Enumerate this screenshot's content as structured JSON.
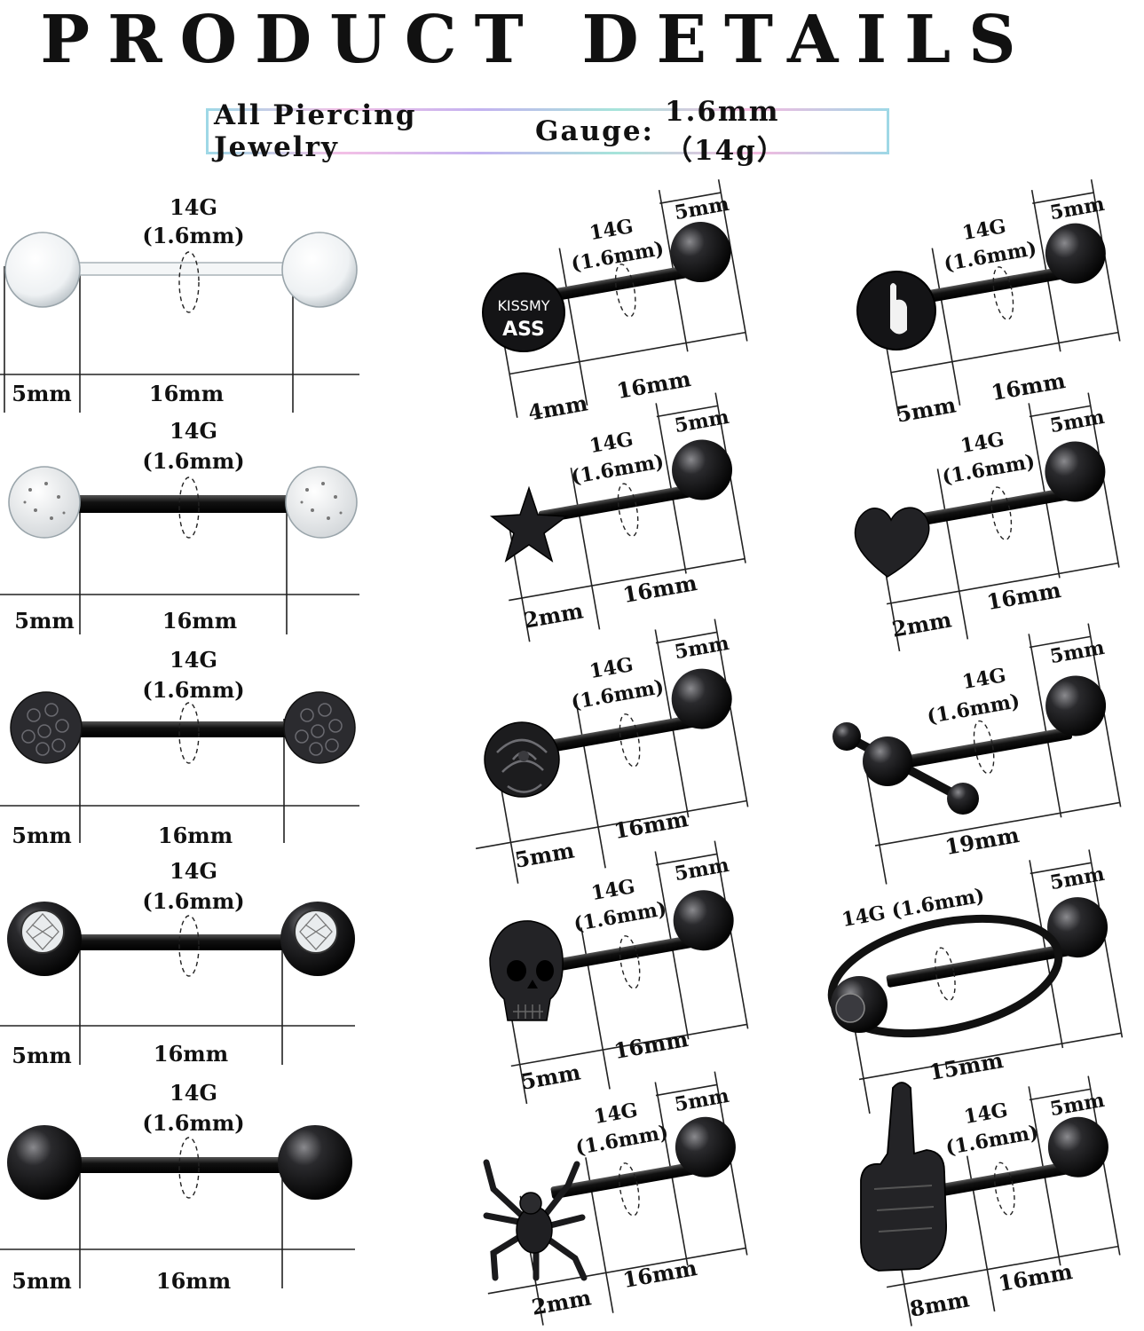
{
  "title": "PRODUCT DETAILS",
  "banner": {
    "label": "All Piercing Jewelry",
    "gauge_label": "Gauge:",
    "gauge_value": "1.6mm（14g）"
  },
  "gauge_top": "14G",
  "gauge_mm": "(1.6mm)",
  "gauge_inline": "14G (1.6mm)",
  "left": [
    {
      "ball": "5mm",
      "bar": "16mm",
      "style": "clear"
    },
    {
      "ball": "5mm",
      "bar": "16mm",
      "style": "glitter"
    },
    {
      "ball": "5mm",
      "bar": "16mm",
      "style": "crystal-ball"
    },
    {
      "ball": "5mm",
      "bar": "16mm",
      "style": "gem"
    },
    {
      "ball": "5mm",
      "bar": "16mm",
      "style": "black"
    }
  ],
  "middle": [
    {
      "top": "5mm",
      "front": "4mm",
      "bar": "16mm",
      "charm": "kiss-my-ass",
      "charm_text": [
        "KISSMY",
        "ASS"
      ]
    },
    {
      "top": "5mm",
      "front": "2mm",
      "bar": "16mm",
      "charm": "star"
    },
    {
      "top": "5mm",
      "front": "5mm",
      "bar": "16mm",
      "charm": "rose"
    },
    {
      "top": "5mm",
      "front": "5mm",
      "bar": "16mm",
      "charm": "skull"
    },
    {
      "top": "5mm",
      "front": "2mm",
      "bar": "16mm",
      "charm": "spider"
    }
  ],
  "right": [
    {
      "top": "5mm",
      "front": "5mm",
      "bar": "16mm",
      "charm": "middle-finger-disc"
    },
    {
      "top": "5mm",
      "front": "2mm",
      "bar": "16mm",
      "charm": "heart"
    },
    {
      "top": "5mm",
      "total": "19mm",
      "charm": "triple-ball"
    },
    {
      "top": "5mm",
      "total": "15mm",
      "charm": "ring"
    },
    {
      "top": "5mm",
      "front": "8mm",
      "bar": "16mm",
      "charm": "hand"
    }
  ],
  "colors": {
    "metal": "#1c1c1e",
    "accent_gradient": [
      "#9ed8e6",
      "#f3c0e6",
      "#c3b2f0"
    ]
  }
}
